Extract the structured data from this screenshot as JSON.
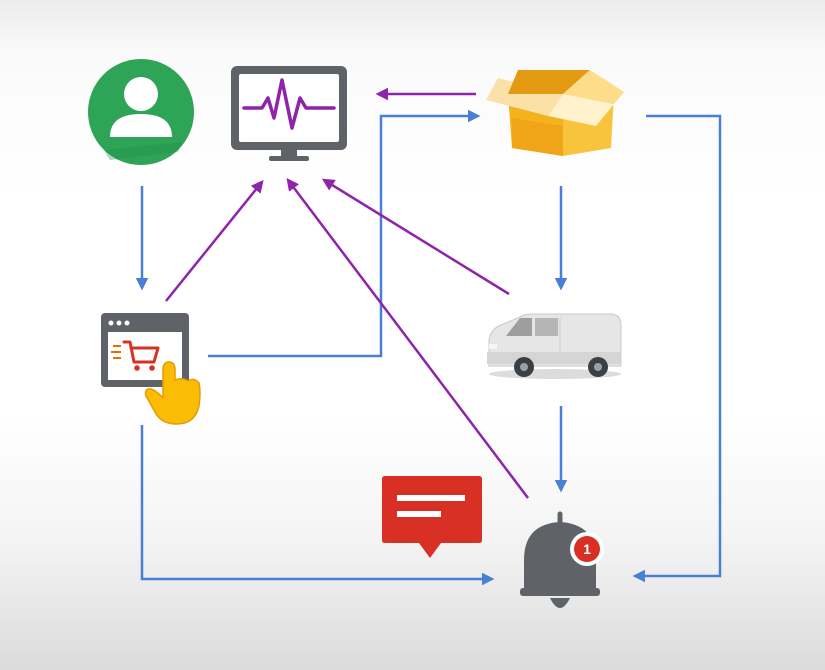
{
  "colors": {
    "flow_blue": "#4a7fd6",
    "monitor_purple": "#8e24aa",
    "customer_green": "#2ea456",
    "box_orange": "#f6b21f",
    "alert_red": "#d93025",
    "device_gray": "#5f6368",
    "van_gray": "#e0e0e0"
  },
  "nodes": [
    {
      "id": "customer",
      "icon": "user-account-icon"
    },
    {
      "id": "monitoring",
      "icon": "monitor-pulse-icon"
    },
    {
      "id": "inventory",
      "icon": "open-box-icon"
    },
    {
      "id": "online-order",
      "icon": "shopping-cart-click-icon"
    },
    {
      "id": "delivery",
      "icon": "delivery-van-icon"
    },
    {
      "id": "message",
      "icon": "chat-message-icon"
    },
    {
      "id": "notification",
      "icon": "notification-bell-icon"
    }
  ],
  "notification": {
    "badge_count": "1"
  },
  "flows_blue": [
    {
      "from": "customer",
      "to": "online-order"
    },
    {
      "from": "online-order",
      "to": "inventory"
    },
    {
      "from": "inventory",
      "to": "delivery"
    },
    {
      "from": "delivery",
      "to": "notification"
    },
    {
      "from": "online-order",
      "to": "notification"
    },
    {
      "from": "inventory",
      "to": "notification"
    }
  ],
  "flows_purple": [
    {
      "from": "inventory",
      "to": "monitoring"
    },
    {
      "from": "online-order",
      "to": "monitoring"
    },
    {
      "from": "delivery",
      "to": "monitoring"
    },
    {
      "from": "notification",
      "to": "monitoring"
    }
  ]
}
